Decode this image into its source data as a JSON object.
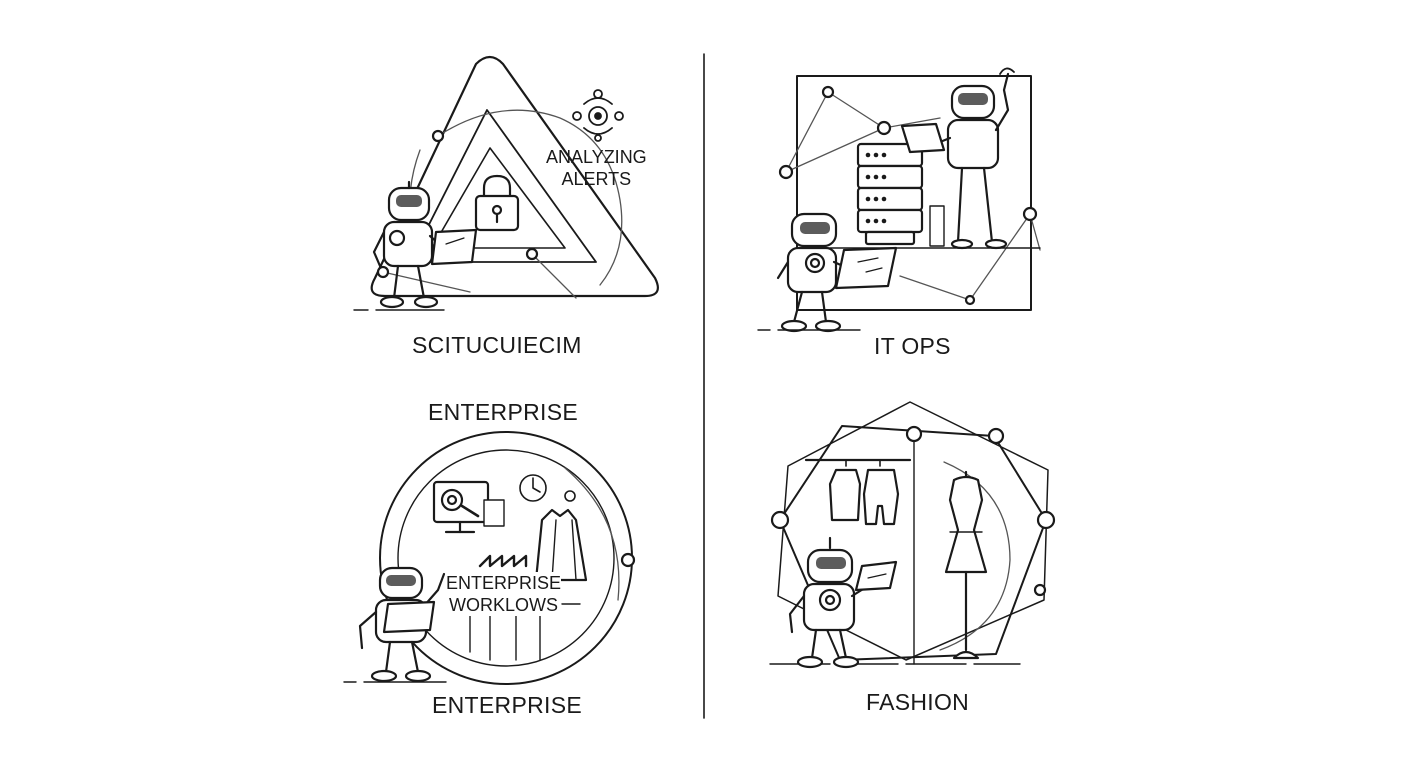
{
  "panels": {
    "security": {
      "caption": "SCITUCUIECIM",
      "inner": [
        "ANALYZING",
        "ALERTS"
      ]
    },
    "it_ops": {
      "caption": "IT OPS"
    },
    "enterprise": {
      "title": "ENTERPRISE",
      "inner": [
        "ENTERPRISE",
        "WORKLOWS"
      ],
      "caption": "ENTERPRISE"
    },
    "fashion": {
      "caption": "FASHION"
    }
  },
  "colors": {
    "line": "#1a1a1a",
    "thin": "#555555",
    "screen": "#5c5c5c",
    "background": "#ffffff"
  }
}
